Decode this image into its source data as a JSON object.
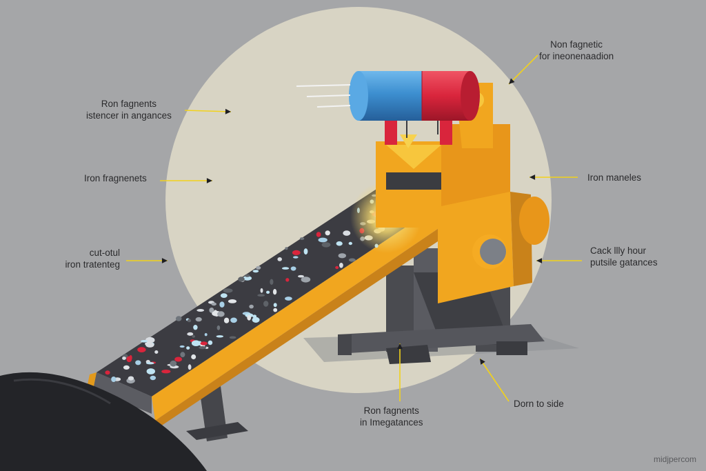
{
  "labels": {
    "non_magnetic": [
      "Non fagnetic",
      "for ineonenaadion"
    ],
    "iron_frag_top": [
      "Ron fagnents",
      "istencer in angances"
    ],
    "iron_frag_mid": [
      "Iron fragnenets"
    ],
    "cut_otul": [
      "cut-otul",
      "iron tratenteg"
    ],
    "iron_maneles": [
      "Iron maneles"
    ],
    "cack_hour": [
      "Cack llly hour",
      "putsile gatances"
    ],
    "iron_frag_bottom": [
      "Ron fagnents",
      "in Imegatances"
    ],
    "dorn_side": [
      "Dorn to side"
    ]
  },
  "watermark": "midjpercom",
  "colors": {
    "background": "#a5a6a8",
    "glow_disc": "#d8d4c4",
    "machine_orange": "#f1a61f",
    "drum_blue": "#3d8fd0",
    "drum_red": "#d9253c",
    "belt": "#3c3c42",
    "frame": "#4a4b50",
    "arrow_yellow": "#f2d21b",
    "rock": "#232428"
  }
}
